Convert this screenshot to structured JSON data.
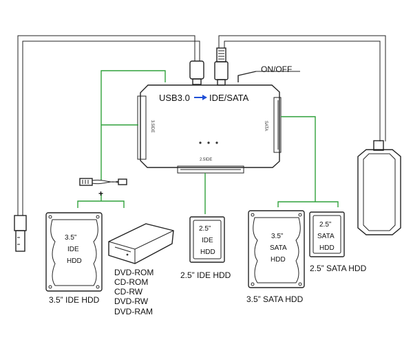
{
  "device": {
    "title_left": "USB3.0",
    "title_right": "IDE/SATA",
    "port_left": "3.5IDE",
    "port_right": "SATA",
    "port_bottom": "2.5IDE",
    "switch_label": "ON/OFF"
  },
  "drives": {
    "ide35": {
      "lines": [
        "3.5”",
        "IDE",
        "HDD"
      ],
      "caption": "3.5”  IDE HDD"
    },
    "optical": {
      "items": [
        "DVD-ROM",
        "CD-ROM",
        "CD-RW",
        "DVD-RW",
        "DVD-RAM"
      ]
    },
    "ide25": {
      "lines": [
        "2.5”",
        "IDE",
        "HDD"
      ],
      "caption": "2.5”  IDE HDD"
    },
    "sata35": {
      "lines": [
        "3.5”",
        "SATA",
        "HDD"
      ],
      "caption": "3.5”  SATA HDD"
    },
    "sata25": {
      "lines": [
        "2.5”",
        "SATA",
        "HDD"
      ],
      "caption": "2.5”  SATA HDD"
    }
  },
  "power_cable": {
    "plus": "+"
  },
  "colors": {
    "green": "#2fa13a",
    "blue": "#1f4fd6",
    "line": "#222222"
  }
}
